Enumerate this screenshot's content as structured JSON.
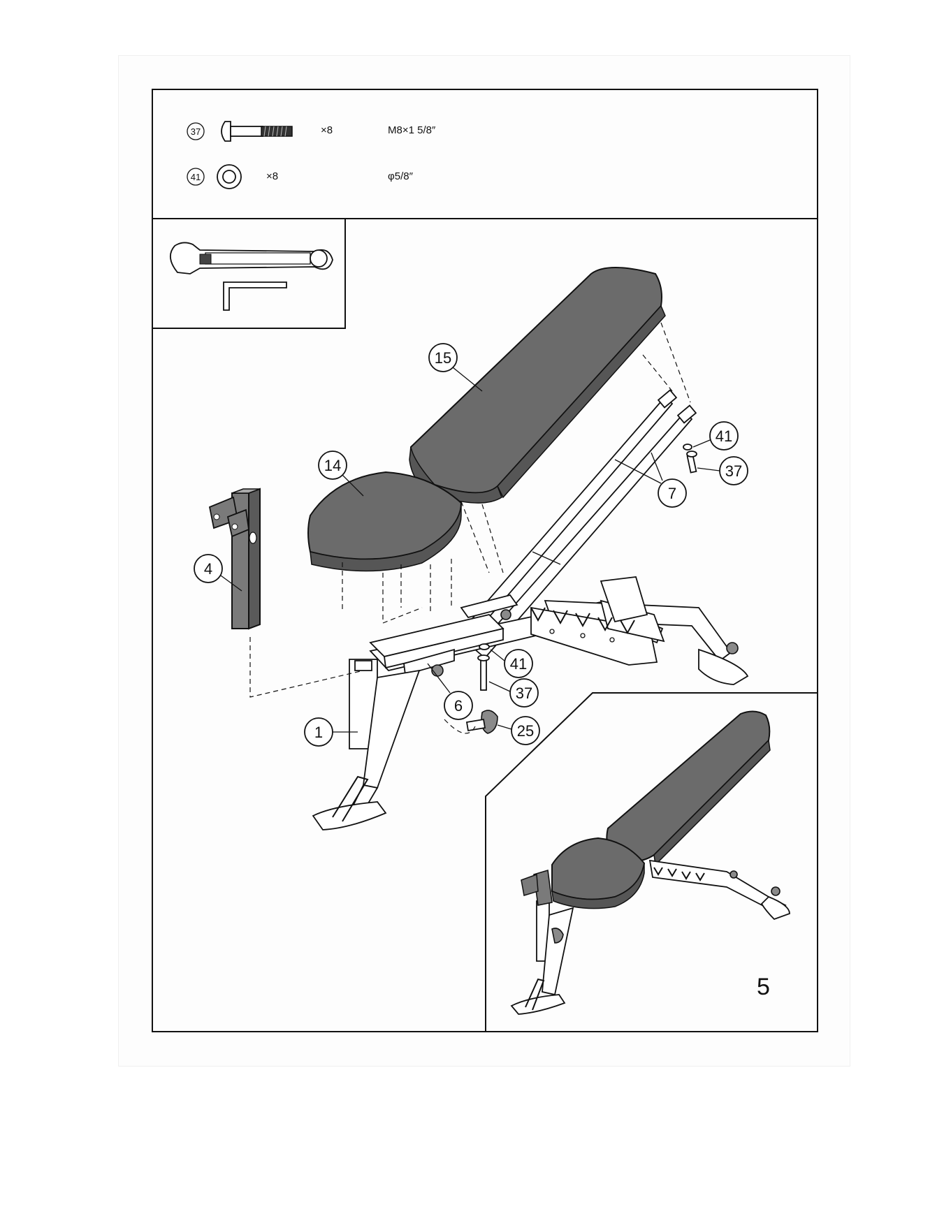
{
  "parts": [
    {
      "id": "37",
      "qty": "×8",
      "spec": "M8×1 5/8″",
      "icon": "bolt-icon"
    },
    {
      "id": "41",
      "qty": "×8",
      "spec": "φ5/8″",
      "icon": "washer-icon"
    }
  ],
  "tools": {
    "wrench_icon": "wrench-icon",
    "allen_key_icon": "allen-key-icon"
  },
  "callouts": {
    "c15": "15",
    "c14": "14",
    "c4": "4",
    "c7": "7",
    "c41a": "41",
    "c37a": "37",
    "c41b": "41",
    "c37b": "37",
    "c6": "6",
    "c1": "1",
    "c25": "25"
  },
  "step": "5",
  "colors": {
    "line": "#111111",
    "pad": "#6b6b6b",
    "frame": "#ffffff"
  }
}
